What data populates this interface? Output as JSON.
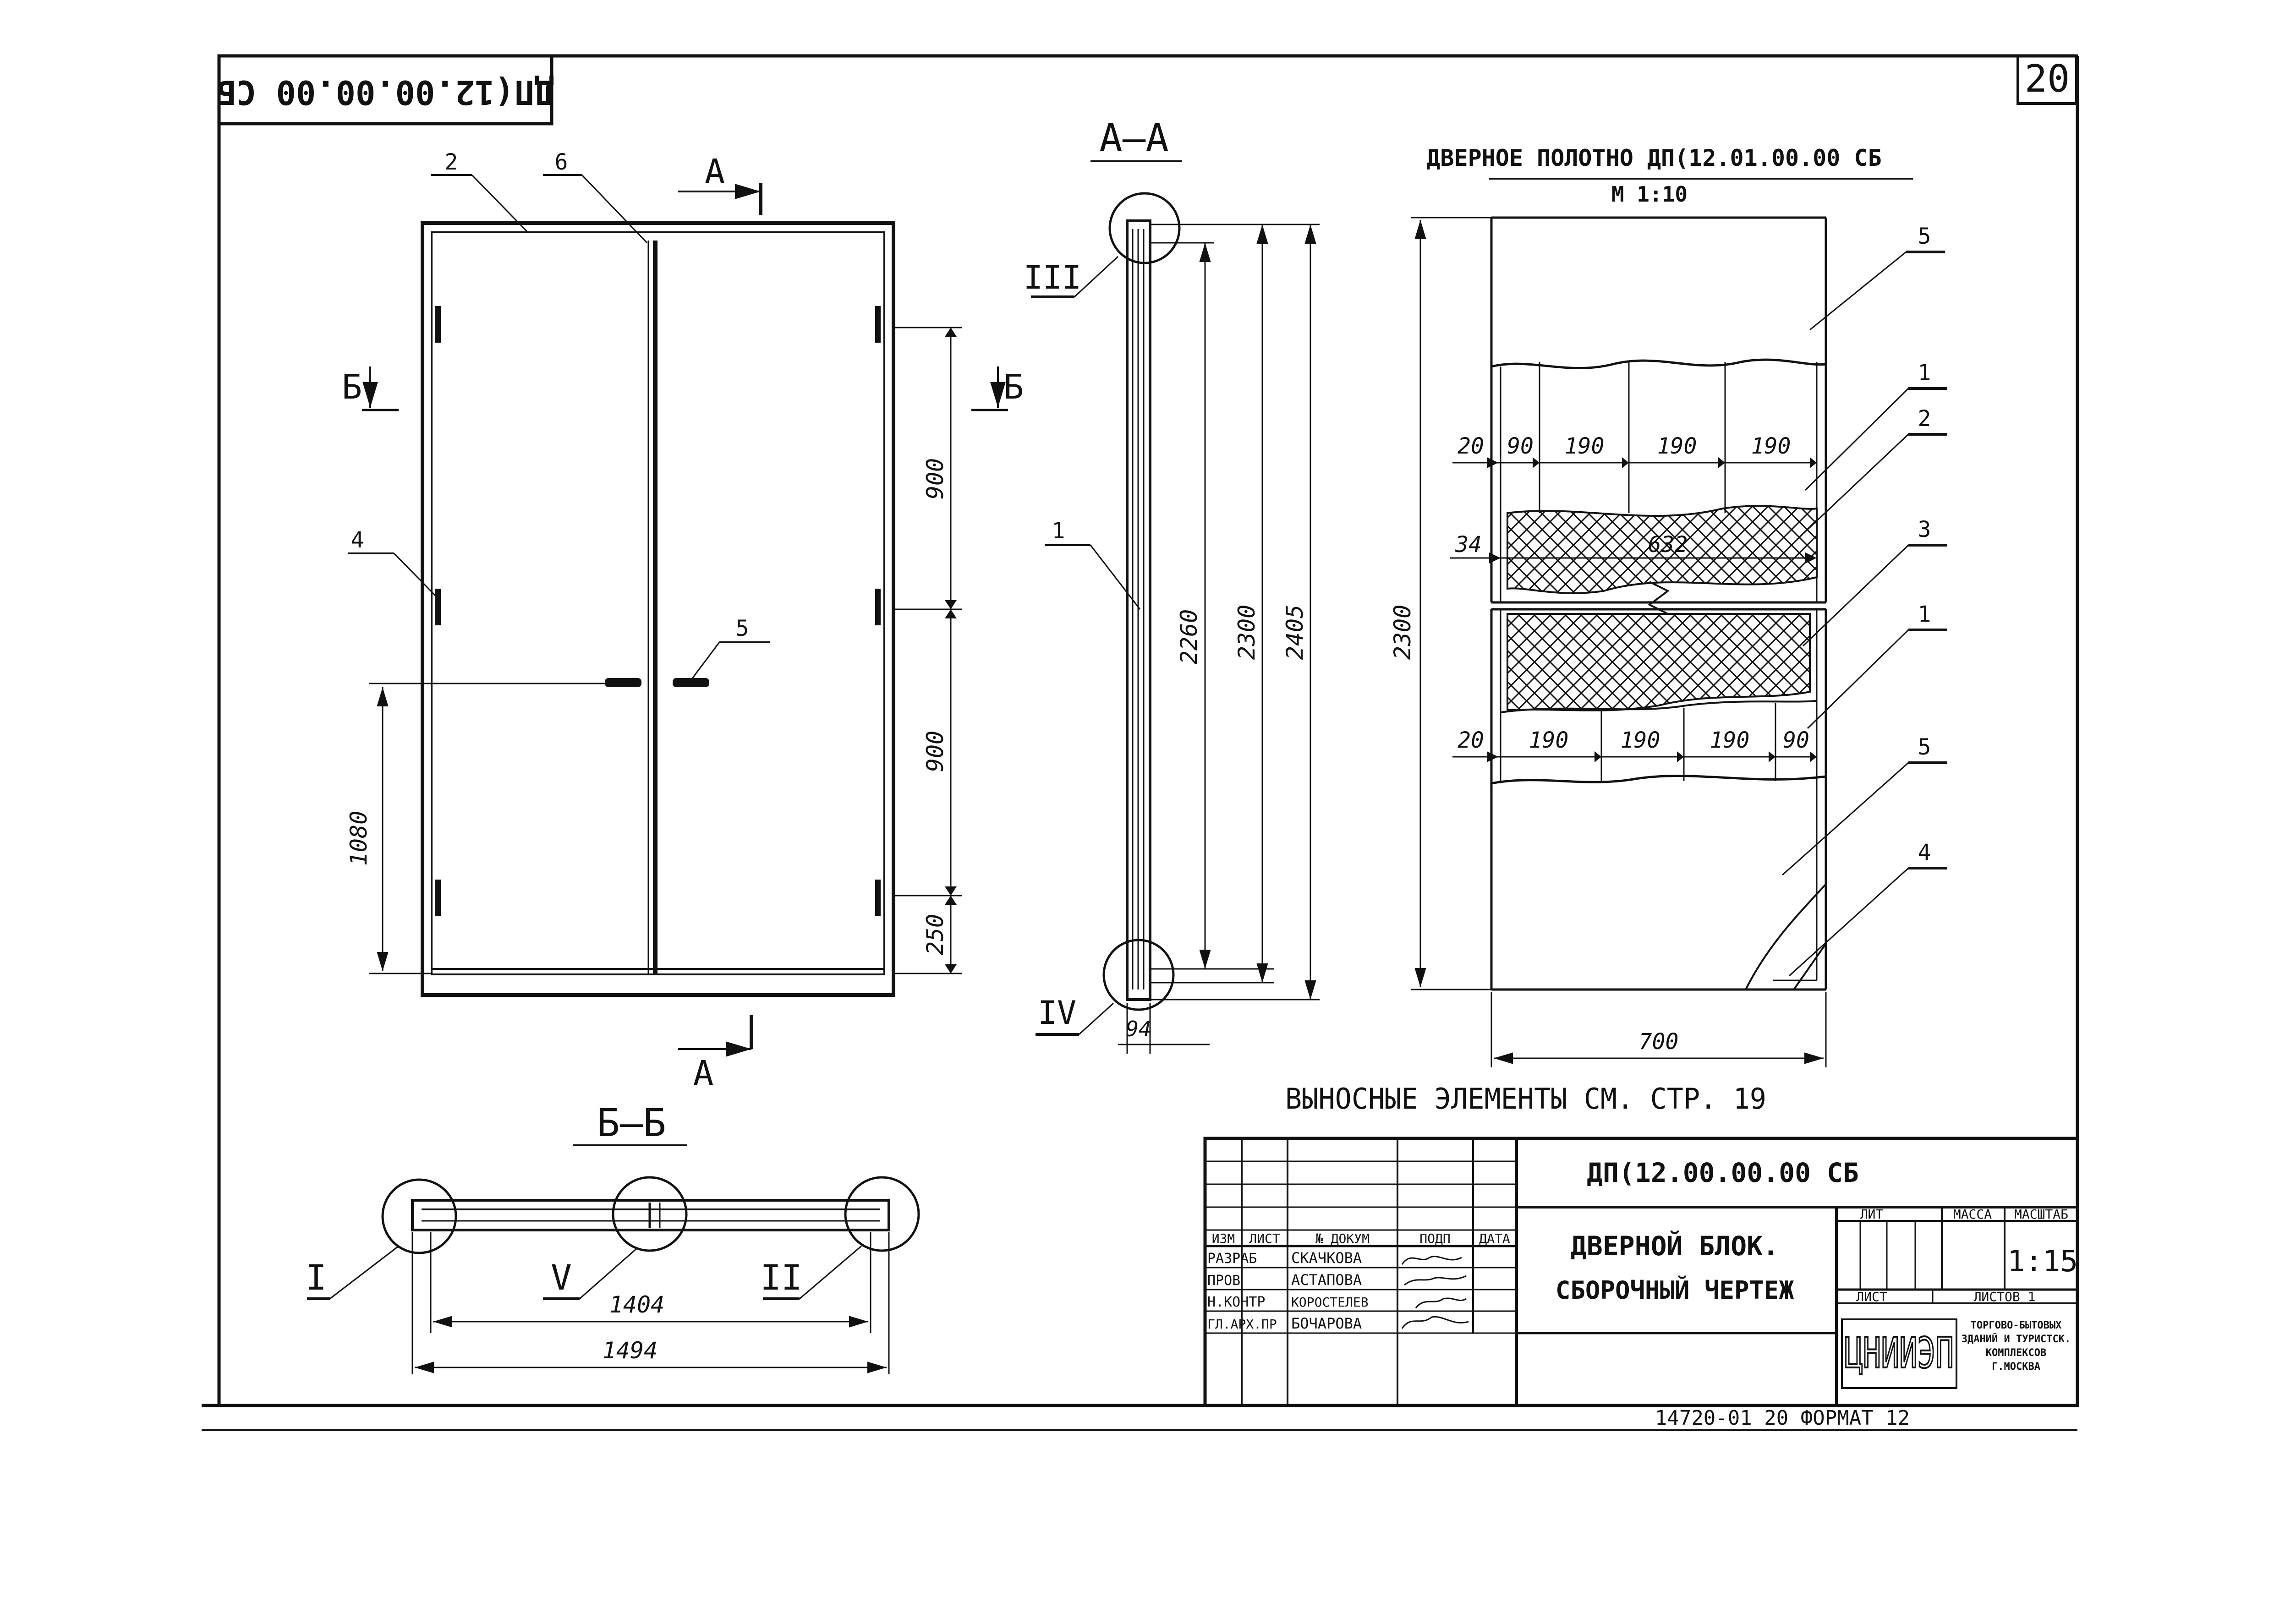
{
  "sheet": {
    "number": "20",
    "top_code": "ДП(12.00.00.00 СБ",
    "bottom_line": "14720-01 20 ФОРМАТ 12"
  },
  "front_view": {
    "section_marker": "А",
    "side_marker": "Б",
    "callouts": [
      "2",
      "6",
      "4",
      "5"
    ],
    "dimensions": {
      "upper": "900",
      "middle": "900",
      "bottom": "250",
      "handle_height": "1080"
    }
  },
  "section_aa": {
    "title": "А—А",
    "callouts": [
      "III",
      "IV",
      "1"
    ],
    "dimensions": {
      "inner": "2260",
      "mid": "2300",
      "outer": "2405",
      "width": "94"
    }
  },
  "door_leaf": {
    "title": "ДВЕРНОЕ ПОЛОТНО ДП(12.01.00.00 СБ",
    "scale": "М 1:10",
    "callouts": [
      "5",
      "1",
      "2",
      "3",
      "1",
      "5",
      "4"
    ],
    "dims_top": [
      "20",
      "90",
      "190",
      "190",
      "190"
    ],
    "dims_bottom": [
      "20",
      "190",
      "190",
      "190",
      "90"
    ],
    "dim_34": "34",
    "dim_632": "632",
    "height": "2300",
    "width": "700"
  },
  "section_bb": {
    "title": "Б—Б",
    "callouts": [
      "I",
      "V",
      "II"
    ],
    "inner_width": "1404",
    "outer_width": "1494"
  },
  "note": "ВЫНОСНЫЕ ЭЛЕМЕНТЫ СМ. СТР. 19",
  "title_block": {
    "code": "ДП(12.00.00.00 СБ",
    "title_line1": "ДВЕРНОЙ БЛОК.",
    "title_line2": "СБОРОЧНЫЙ ЧЕРТЕЖ",
    "header": [
      "ИЗМ",
      "ЛИСТ",
      "№ ДОКУМ",
      "ПОДП",
      "ДАТА"
    ],
    "rows": [
      {
        "role": "РАЗРАБ",
        "name": "СКАЧКОВА"
      },
      {
        "role": "ПРОВ",
        "name": "АСТАПОВА"
      },
      {
        "role": "Н.КОНТР",
        "name": "КОРОСТЕЛЕВ"
      },
      {
        "role": "ГЛ.АРХ.ПР",
        "name": "БОЧАРОВА"
      }
    ],
    "lit_label": "ЛИТ",
    "mass_label": "МАССА",
    "scale_label": "МАСШТАБ",
    "scale_value": "1:15",
    "sheet_label": "ЛИСТ",
    "sheets_label": "ЛИСТОВ 1",
    "org_logo": "ЦНИИЭП",
    "org_text": [
      "ТОРГОВО-БЫТОВЫХ",
      "ЗДАНИЙ И ТУРИСТСК.",
      "КОМПЛЕКСОВ",
      "Г.МОСКВА"
    ]
  }
}
